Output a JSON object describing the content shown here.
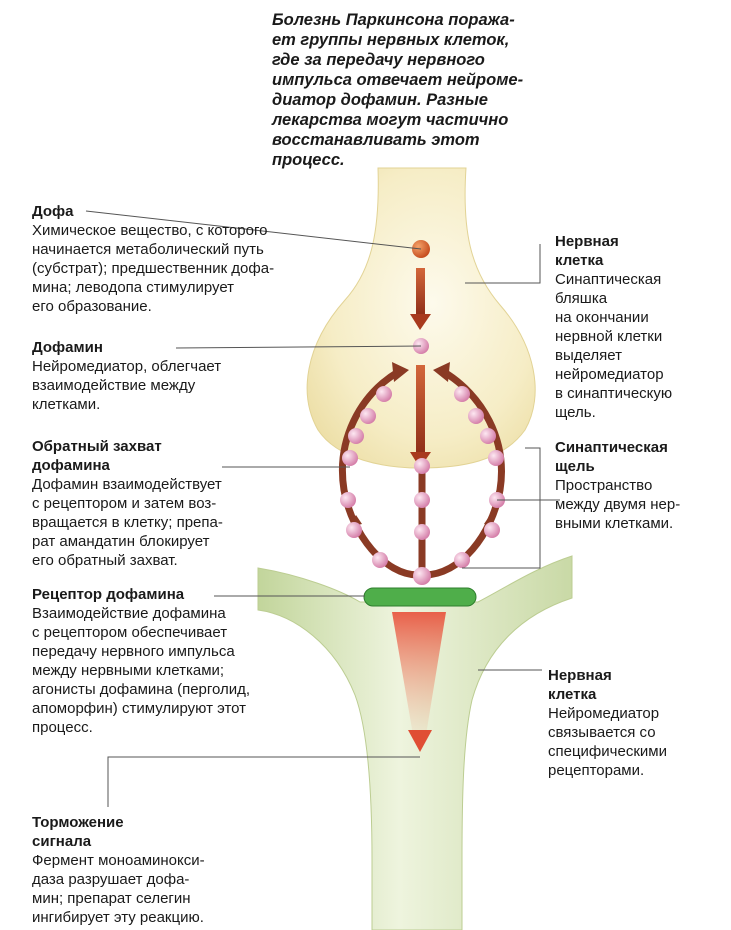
{
  "intro": {
    "lines": [
      "Болезнь Паркинсона поража-",
      "ет группы нервных клеток,",
      "где за передачу нервного",
      "импульса отвечает нейроме-",
      "диатор дофамин. Разные",
      "лекарства могут частично",
      "восстанавливать этот",
      "процесс."
    ]
  },
  "labels": {
    "dopa": {
      "title": [
        "Дофа"
      ],
      "desc": [
        "Химическое вещество, с которого",
        "начинается метаболический путь",
        "(субстрат); предшественник дофа-",
        "мина; леводопа стимулирует",
        "его образование."
      ]
    },
    "dopamine": {
      "title": [
        "Дофамин"
      ],
      "desc": [
        "Нейромедиатор, облегчает",
        "взаимодействие между",
        "клетками."
      ]
    },
    "reuptake": {
      "title": [
        "Обратный захват",
        "дофамина"
      ],
      "desc": [
        "Дофамин взаимодействует",
        "с рецептором и затем воз-",
        "вращается в клетку; препа-",
        "рат амандатин блокирует",
        "его обратный захват."
      ]
    },
    "receptor": {
      "title": [
        "Рецептор дофамина"
      ],
      "desc": [
        "Взаимодействие дофамина",
        "с рецептором обеспечивает",
        "передачу нервного импульса",
        "между нервными клетками;",
        "агонисты дофамина (перголид,",
        "апоморфин) стимулируют этот",
        "процесс."
      ]
    },
    "inhibition": {
      "title": [
        "Торможение",
        "сигнала"
      ],
      "desc": [
        "Фермент моноаминокси-",
        "даза разрушает дофа-",
        "мин;  препарат селегин",
        "ингибирует эту реакцию."
      ]
    },
    "nerve_cell_top": {
      "title": [
        "Нервная",
        "клетка"
      ],
      "desc": [
        "Синаптическая",
        "бляшка",
        "на окончании",
        "нервной клетки",
        "выделяет",
        "нейромедиатор",
        "в синаптическую",
        "щель."
      ]
    },
    "synaptic_cleft": {
      "title": [
        "Синаптическая",
        "щель"
      ],
      "desc": [
        "Пространство",
        "между двумя нер-",
        "вными клетками."
      ]
    },
    "nerve_cell_bottom": {
      "title": [
        "Нервная",
        "клетка"
      ],
      "desc": [
        "Нейромедиатор",
        "связывается со",
        "специфическими",
        "рецепторами."
      ]
    }
  },
  "colors": {
    "top_neuron": "#f7efc8",
    "bottom_neuron": "#dbe7c1",
    "receptor": "#4fae4a",
    "arrow": "#c1502c",
    "dopa_dot": "#d9622a",
    "dopamine_dot": "#e7a3c2",
    "leader_line": "#555555"
  }
}
